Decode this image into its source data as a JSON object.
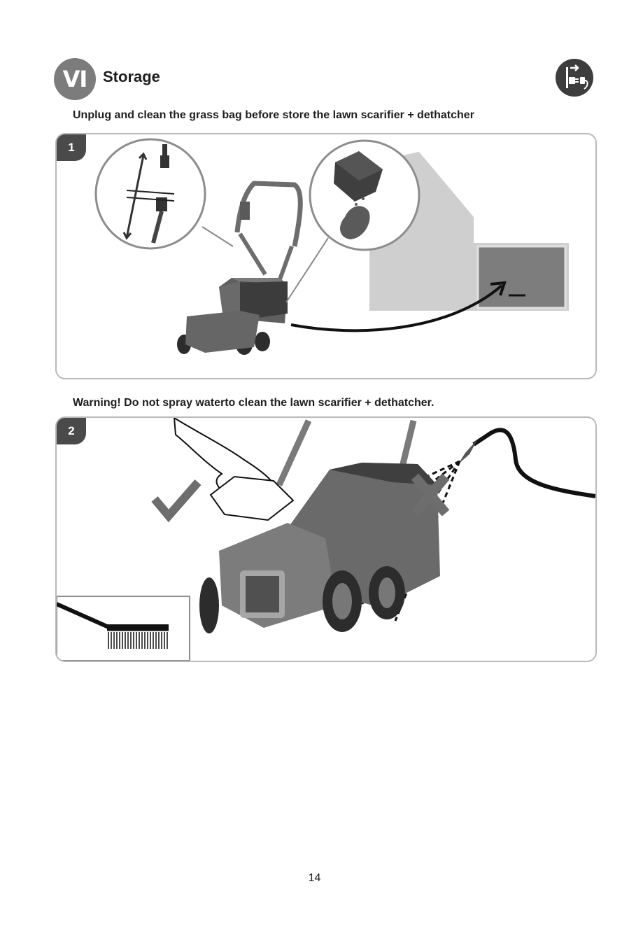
{
  "header": {
    "section_numeral": "VI",
    "section_title": "Storage",
    "unplug_icon": "unplug-icon"
  },
  "steps": [
    {
      "number": "1",
      "caption": "Unplug and clean the grass bag before store the lawn scarifier + dethatcher",
      "icons": [
        "plug-disconnect-icon",
        "grass-bag-empty-icon",
        "lawn-scarifier-icon",
        "shed-icon",
        "arrow-icon"
      ]
    },
    {
      "number": "2",
      "caption": "Warning! Do not spray waterto clean the lawn scarifier + dethatcher.",
      "icons": [
        "check-icon",
        "cross-icon",
        "cloth-hand-icon",
        "brush-icon",
        "spray-hose-icon",
        "lawn-scarifier-icon"
      ]
    }
  ],
  "page_number": "14",
  "colors": {
    "badge": "#7c7c7c",
    "tab": "#4a4a4a",
    "panel_border": "#b9b9b9"
  }
}
